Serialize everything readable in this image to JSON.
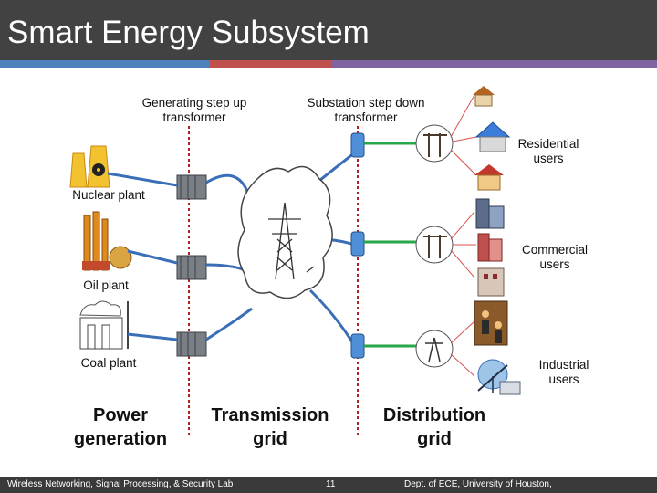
{
  "slide": {
    "title": "Smart Energy Subsystem"
  },
  "diagram": {
    "header_generating": [
      "Generating step up",
      "transformer"
    ],
    "header_substation": [
      "Substation step down",
      "transformer"
    ],
    "plants": {
      "nuclear": "Nuclear plant",
      "oil": "Oil plant",
      "coal": "Coal plant"
    },
    "users": {
      "residential": [
        "Residential",
        "users"
      ],
      "commercial": [
        "Commercial",
        "users"
      ],
      "industrial": [
        "Industrial",
        "users"
      ]
    },
    "sections": {
      "power_generation": [
        "Power",
        "generation"
      ],
      "transmission_grid": [
        "Transmission",
        "grid"
      ],
      "distribution_grid": [
        "Distribution",
        "grid"
      ]
    },
    "colors": {
      "generation_line": "#3a6fb7",
      "distribution_line": "#2aa64a",
      "user_line": "#d9534f",
      "divider": "#b22222"
    }
  },
  "footer": {
    "lab": "Wireless Networking, Signal Processing, & Security Lab",
    "page": "11",
    "dept": "Dept. of ECE, University of Houston,"
  }
}
